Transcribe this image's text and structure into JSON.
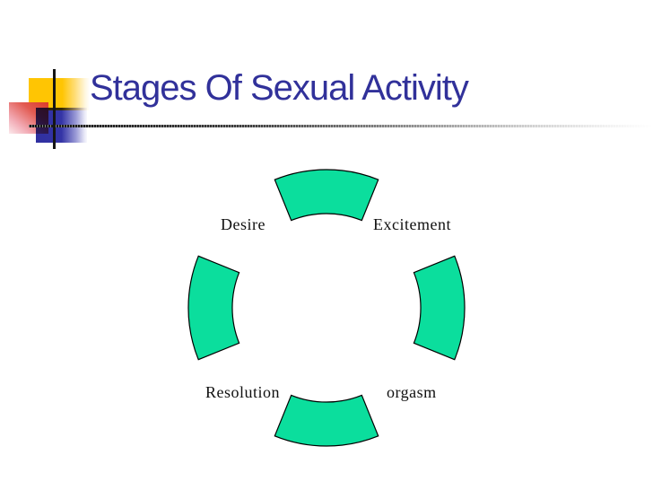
{
  "slide": {
    "title": "Stages Of Sexual Activity",
    "title_color": "#31319A",
    "background_color": "#ffffff"
  },
  "diagram": {
    "type": "cycle",
    "arc_fill": "#0BDE9D",
    "arc_stroke": "#000000",
    "stages": [
      {
        "label": "Desire",
        "position": "top-left"
      },
      {
        "label": "Excitement",
        "position": "top-right"
      },
      {
        "label": "orgasm",
        "position": "bottom-right"
      },
      {
        "label": "Resolution",
        "position": "bottom-left"
      }
    ]
  },
  "decoration": {
    "yellow_square_color": "#FFC503",
    "red_square_color": "#DE3A28",
    "blue_square_color": "#3434A6",
    "line_color": "#151515"
  }
}
